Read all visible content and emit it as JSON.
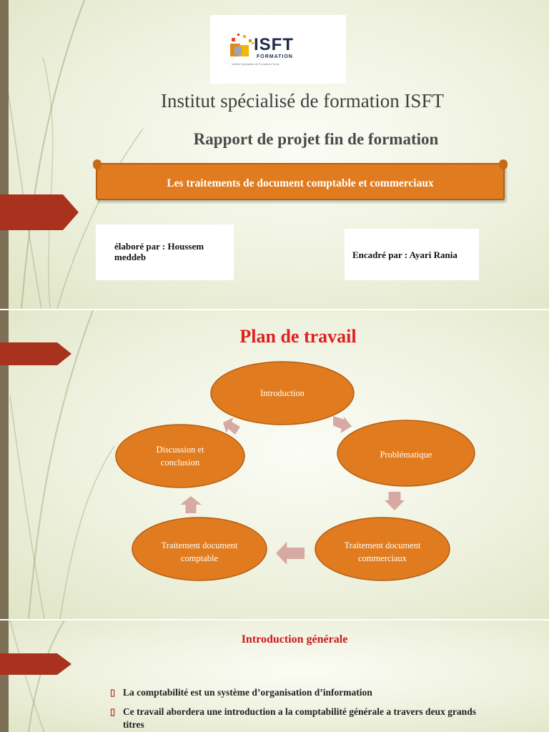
{
  "slide1": {
    "logo": {
      "brand": "ISFT",
      "sub": "FORMATION",
      "tagline": "Institut Spécialisé de Formation Tunis"
    },
    "institute_title": "Institut spécialisé de formation ISFT",
    "report_title": "Rapport de projet fin de formation",
    "banner_text": "Les traitements de document comptable et commerciaux",
    "author_box": "élaboré par : Houssem meddeb",
    "supervisor_box": "Encadré par : Ayari Rania"
  },
  "slide2": {
    "title": "Plan de travail",
    "nodes": {
      "introduction": "Introduction",
      "problematique": "Problématique",
      "commercial": "Traitement document commerciaux",
      "comptable": "Traitement document comptable",
      "discussion": "Discussion et conclusion"
    },
    "colors": {
      "node_fill": "#e07c1f",
      "node_stroke": "#b45e12",
      "arrow": "#d6a9a2"
    }
  },
  "slide3": {
    "title": "Introduction générale",
    "bullets": [
      "La comptabilité est un système d’organisation d’information",
      "Ce travail abordera une introduction a la comptabilité générale a travers deux grands titres"
    ],
    "bullet_glyph": "▯"
  },
  "colors": {
    "accent_red": "#a8321e",
    "left_bar": "#7b6f55",
    "banner": "#e07c1f",
    "title_red": "#e02020"
  }
}
